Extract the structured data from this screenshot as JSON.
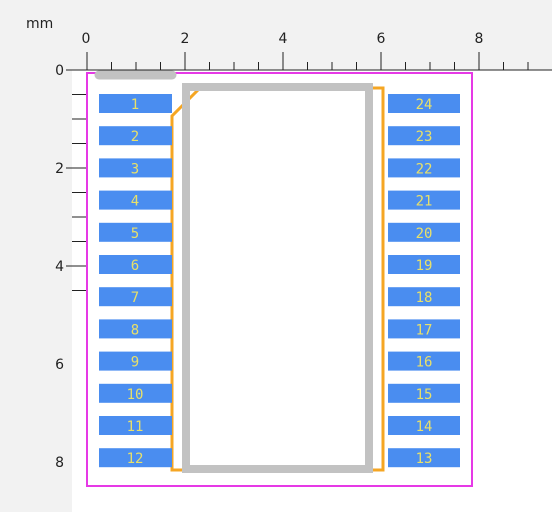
{
  "ruler": {
    "unit": "mm",
    "x_ticks": [
      "0",
      "2",
      "4",
      "6",
      "8"
    ],
    "y_ticks": [
      "0",
      "2",
      "4",
      "6",
      "8"
    ]
  },
  "footprint": {
    "left_pads": [
      "1",
      "2",
      "3",
      "4",
      "5",
      "6",
      "7",
      "8",
      "9",
      "10",
      "11",
      "12"
    ],
    "right_pads": [
      "24",
      "23",
      "22",
      "21",
      "20",
      "19",
      "18",
      "17",
      "16",
      "15",
      "14",
      "13"
    ]
  },
  "colors": {
    "pad": "#4a8df0",
    "pad_text": "#e8e06a",
    "courtyard": "#e639e6",
    "fab": "#f5a623",
    "silk": "#c2c2c2",
    "ruler_bg": "#f2f2f2",
    "ruler_line": "#222222"
  }
}
